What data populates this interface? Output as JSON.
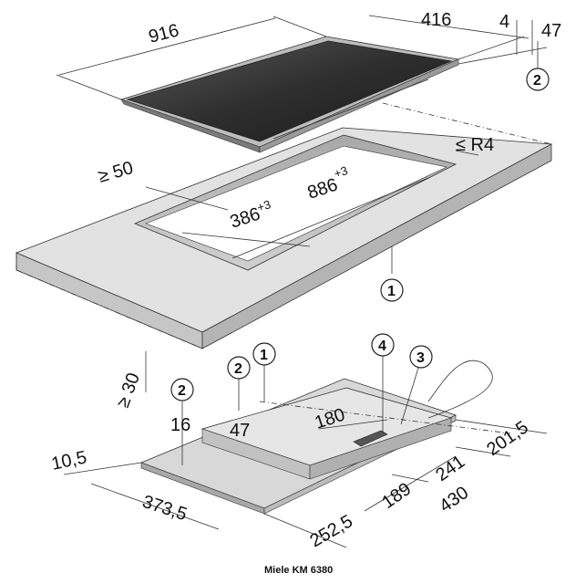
{
  "caption": "Miele KM 6380",
  "hob_dimensions": {
    "width": "916",
    "depth": "416",
    "frame": "4",
    "height": "47"
  },
  "cutout": {
    "min_edge": "≥ 50",
    "corner_radius": "≤ R4",
    "depth": "386",
    "depth_tol": "+3",
    "width": "886",
    "width_tol": "+3",
    "worktop_min_thickness": "≥ 30"
  },
  "underside": {
    "depth_47": "47",
    "depth_16": "16",
    "offset": "180",
    "dim_201_5": "201,5",
    "dim_241": "241",
    "dim_189": "189",
    "dim_430": "430",
    "dim_10_5": "10,5",
    "dim_373_5": "373,5",
    "dim_252_5": "252,5"
  },
  "callouts": {
    "c1": "1",
    "c2": "2",
    "c3": "3",
    "c4": "4"
  },
  "colors": {
    "glass_dark": "#2b2b2b",
    "worktop": "#dcdcdc",
    "hob_body": "#cfcfcf",
    "line": "#333333"
  }
}
